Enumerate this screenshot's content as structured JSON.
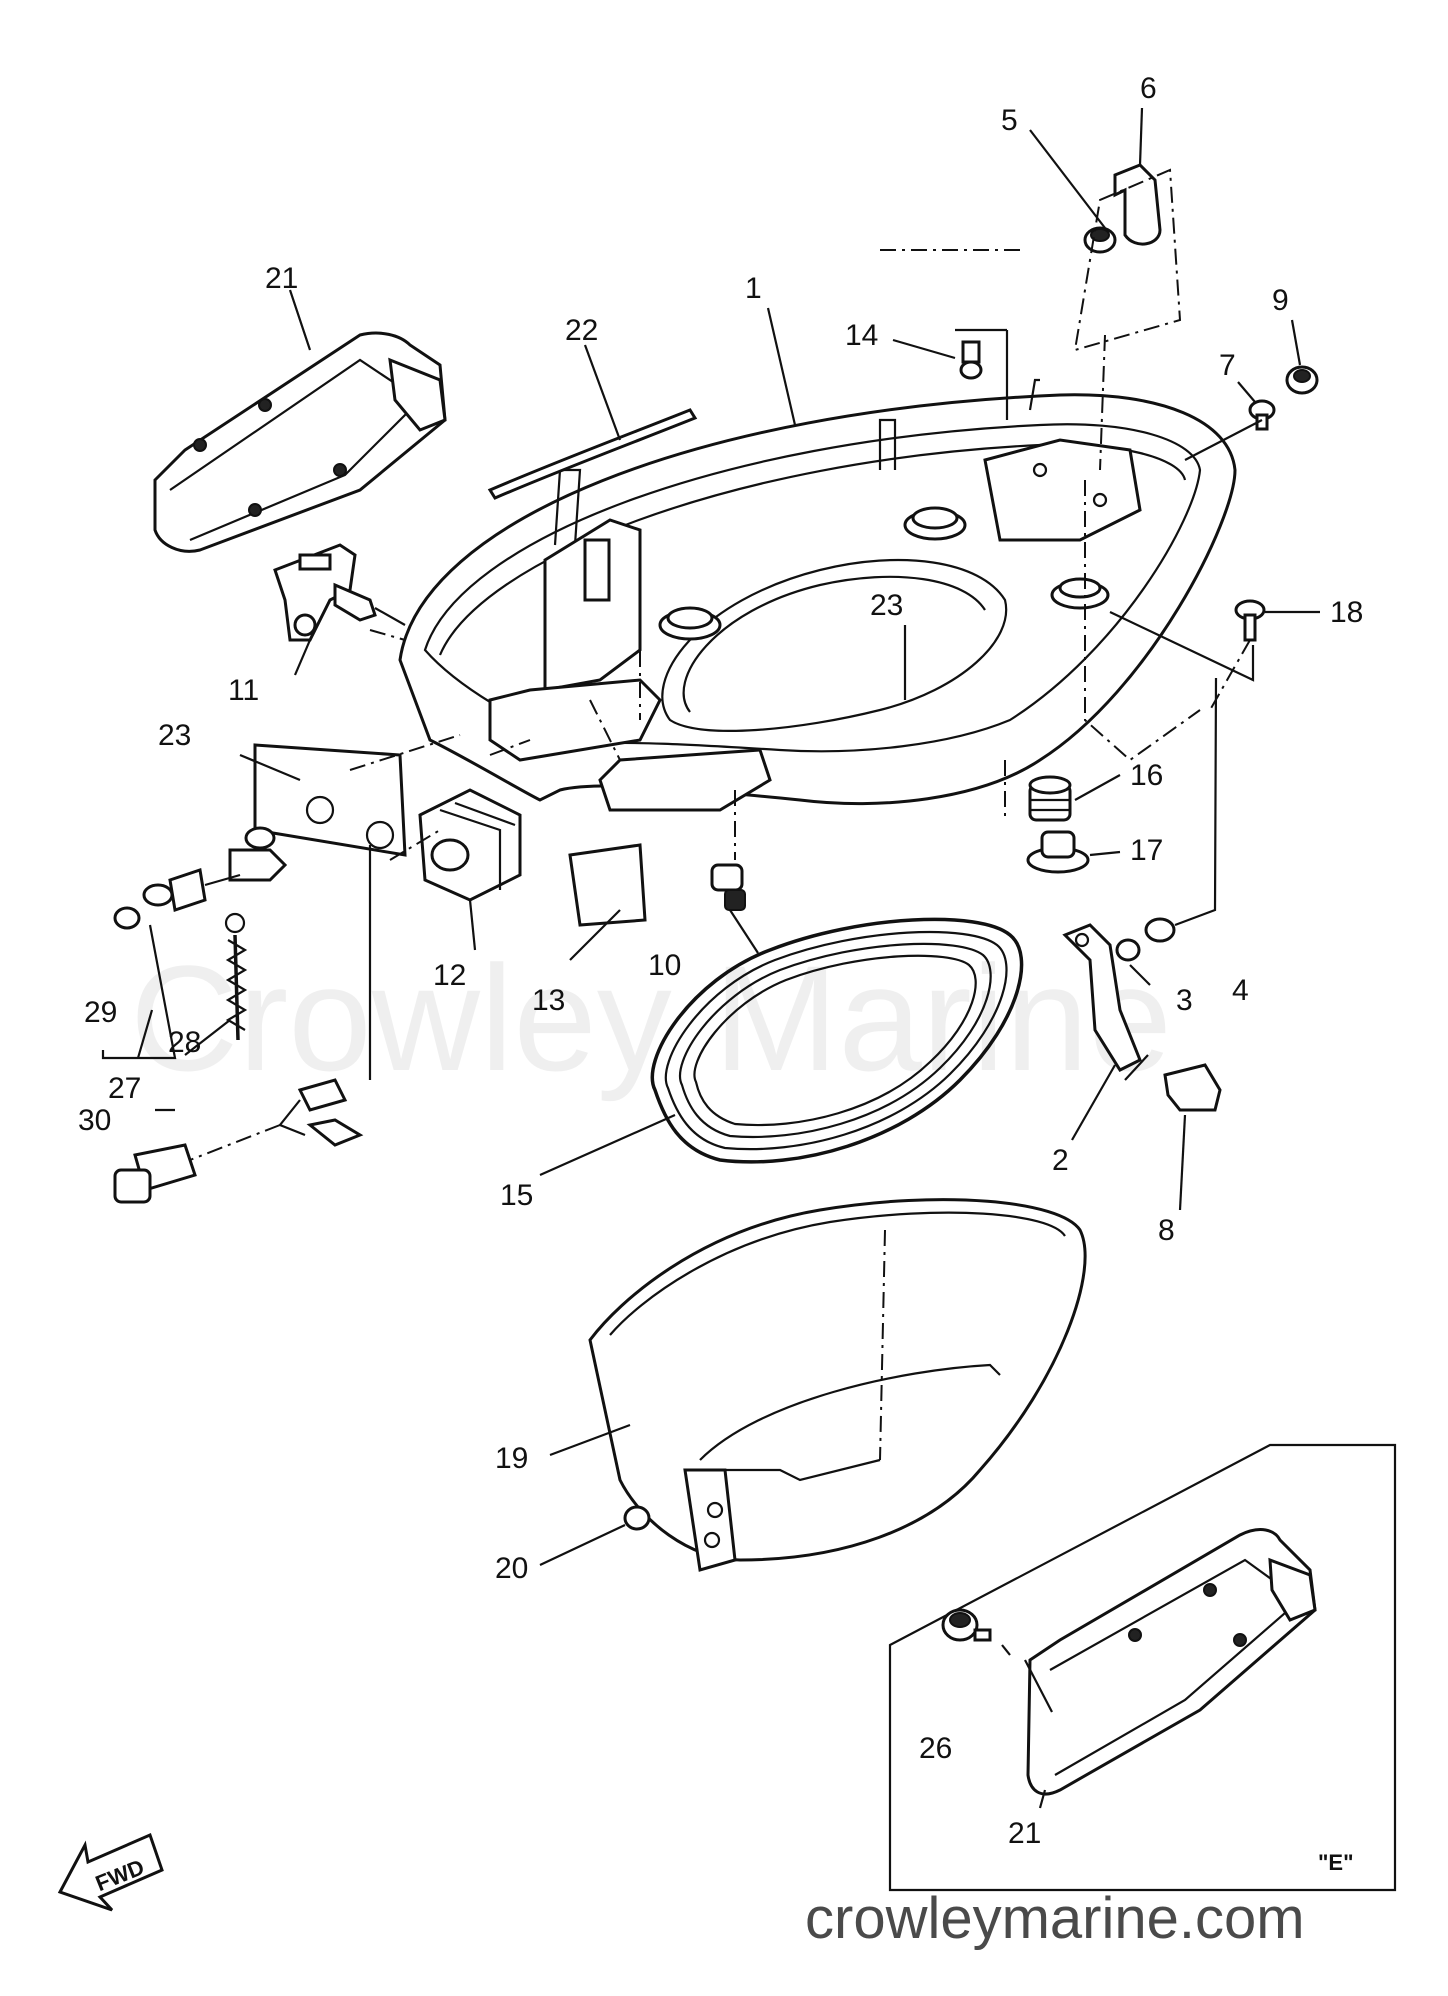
{
  "watermark": "Crowley Marine",
  "site": "crowleymarine.com",
  "fwd_label": "FWD",
  "inset_label": "\"E\"",
  "callouts": [
    {
      "id": "c1",
      "text": "1"
    },
    {
      "id": "c2",
      "text": "2"
    },
    {
      "id": "c3",
      "text": "3"
    },
    {
      "id": "c4",
      "text": "4"
    },
    {
      "id": "c5",
      "text": "5"
    },
    {
      "id": "c6",
      "text": "6"
    },
    {
      "id": "c7",
      "text": "7"
    },
    {
      "id": "c8",
      "text": "8"
    },
    {
      "id": "c9",
      "text": "9"
    },
    {
      "id": "c10",
      "text": "10"
    },
    {
      "id": "c11",
      "text": "11"
    },
    {
      "id": "c12",
      "text": "12"
    },
    {
      "id": "c13",
      "text": "13"
    },
    {
      "id": "c14",
      "text": "14"
    },
    {
      "id": "c15",
      "text": "15"
    },
    {
      "id": "c16",
      "text": "16"
    },
    {
      "id": "c17",
      "text": "17"
    },
    {
      "id": "c18",
      "text": "18"
    },
    {
      "id": "c19",
      "text": "19"
    },
    {
      "id": "c20",
      "text": "20"
    },
    {
      "id": "c21a",
      "text": "21"
    },
    {
      "id": "c21b",
      "text": "21"
    },
    {
      "id": "c22",
      "text": "22"
    },
    {
      "id": "c23a",
      "text": "23"
    },
    {
      "id": "c23b",
      "text": "23"
    },
    {
      "id": "c26",
      "text": "26"
    },
    {
      "id": "c27",
      "text": "27"
    },
    {
      "id": "c28",
      "text": "28"
    },
    {
      "id": "c29",
      "text": "29"
    },
    {
      "id": "c30",
      "text": "30"
    }
  ]
}
